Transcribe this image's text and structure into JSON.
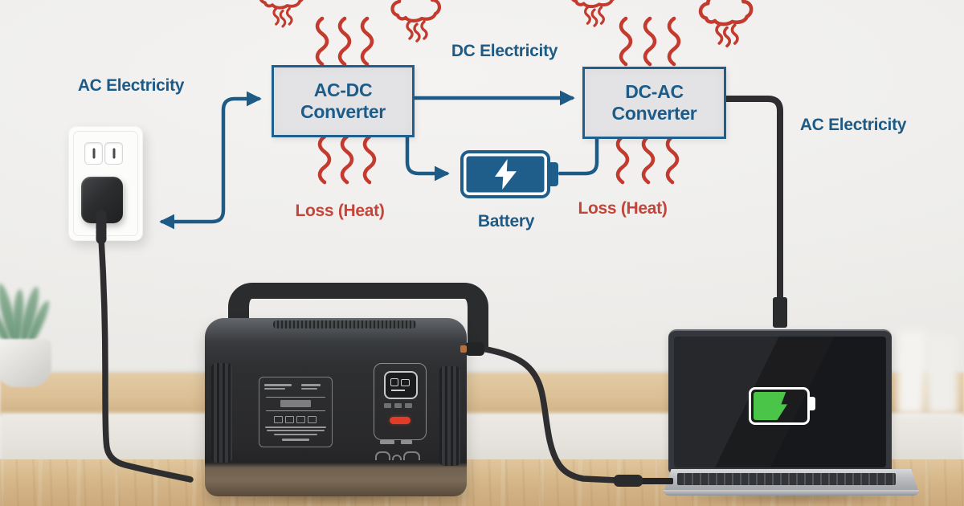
{
  "diagram": {
    "labels": {
      "ac_in": "AC Electricity",
      "dc_mid": "DC Electricity",
      "ac_out": "AC Electricity",
      "loss_left": "Loss (Heat)",
      "loss_right": "Loss (Heat)",
      "battery": "Battery"
    },
    "boxes": {
      "acdc": {
        "line1": "AC-DC",
        "line2": "Converter"
      },
      "dcac": {
        "line1": "DC-AC",
        "line2": "Converter"
      }
    },
    "colors": {
      "flow-blue": "#1d5a85",
      "heat-red": "#c23b2e",
      "loss-red": "#c4443a",
      "box-fill": "#e3e3e5",
      "box-border": "#1f5f8d",
      "battery-blue": "#1f5e8a",
      "charge-green": "#46c445",
      "cable-dark": "#2e2e30"
    }
  }
}
